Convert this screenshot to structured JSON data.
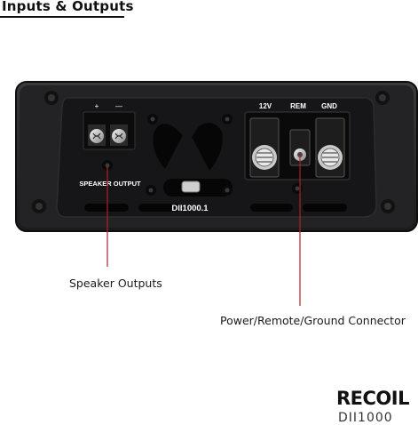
{
  "heading": "Inputs & Outputs",
  "amp": {
    "speaker_plus": "+",
    "speaker_minus": "—",
    "speaker_label": "SPEAKER OUTPUT",
    "model": "DII1000.1",
    "power_12v": "12V",
    "power_rem": "REM",
    "power_gnd": "GND"
  },
  "callouts": {
    "speaker": "Speaker Outputs",
    "power": "Power/Remote/Ground Connector"
  },
  "brand": {
    "name": "RECOIL",
    "model_partial": "DII1000"
  },
  "colors": {
    "callout_line": "#b0202a",
    "panel": "#151517",
    "chassis": "#2a2a2d"
  }
}
